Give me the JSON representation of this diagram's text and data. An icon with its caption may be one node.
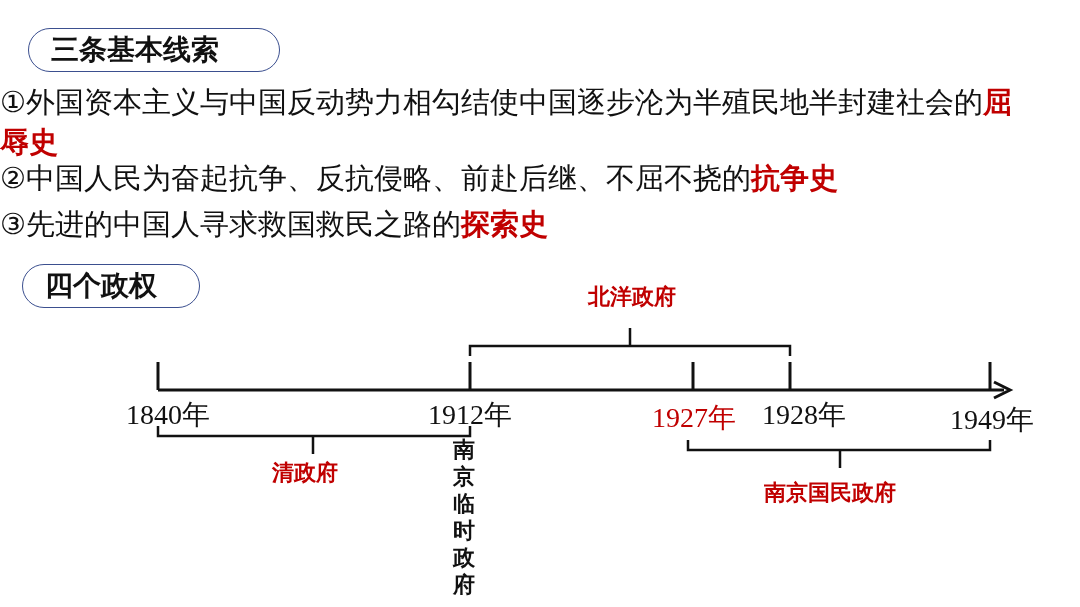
{
  "diagram": {
    "nodes": [
      {
        "text": [
          "三条基本线索"
        ]
      },
      {
        "text": [
          "四个政权"
        ]
      }
    ],
    "edges": [],
    "labels": [
      "①外国资本主义与中国反动势力相勾结使中国逐步沦为半殖民地半封建社会的**屈辱史**",
      "②中国人民为奋起抗争、反抗侵略、前赴后继、不屈不挠的**抗争史**",
      "③先进的中国人寻求救国救民之路的**探索史**",
      "北洋政府",
      "1840年",
      "1912年",
      "1927年",
      "1928年",
      "1949年",
      "清政府",
      "南京临时政府",
      "南京国民政府"
    ]
  }
}
